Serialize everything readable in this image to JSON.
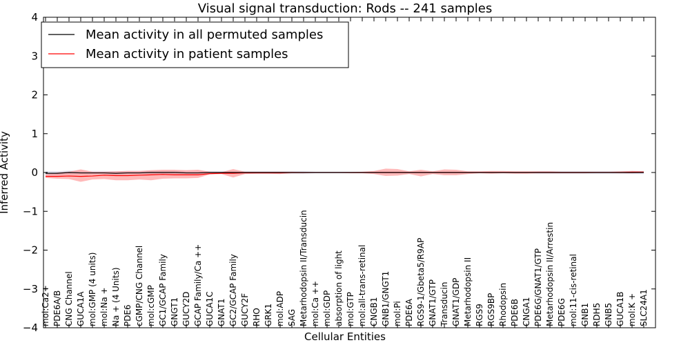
{
  "chart_data": {
    "type": "line",
    "title": "Visual signal transduction: Rods -- 241 samples",
    "xlabel": "Cellular Entities",
    "ylabel": "Inferred Activity",
    "ylim": [
      -4,
      4
    ],
    "yticks": [
      -4,
      -3,
      -2,
      -1,
      0,
      1,
      2,
      3,
      4
    ],
    "grid": false,
    "legend_position": "top-left",
    "categories": [
      "mol:Ca2+",
      "PDE6A/B",
      "CNG Channel",
      "GUCA1A",
      "mol:GMP (4 units)",
      "mol:Na +",
      "Na + (4 Units)",
      "PDE6",
      "cGMP/CNG Channel",
      "mol:cGMP",
      "GC1/GCAP Family",
      "GNGT1",
      "GUCY2D",
      "GCAP Family/Ca ++",
      "GUCA1C",
      "GNAT1",
      "GC2/GCAP Family",
      "GUCY2F",
      "RHO",
      "GRK1",
      "mol:ADP",
      "SAG",
      "Metarhodopsin II/Transducin",
      "mol:Ca ++",
      "mol:GDP",
      "absorption of light",
      "mol:GTP",
      "mol:all-trans-retinal",
      "CNGB1",
      "GNB1/GNGT1",
      "mol:Pi",
      "PDE6A",
      "RGS9-1/Gbeta5/R9AP",
      "GNAT1/GTP",
      "Transducin",
      "GNAT1/GDP",
      "Metarhodopsin II",
      "RGS9",
      "RGS9BP",
      "Rhodopsin",
      "PDE6B",
      "CNGA1",
      "PDE6G/GNAT1/GTP",
      "Metarhodopsin II/Arrestin",
      "PDE6G",
      "mol:11-cis-retinal",
      "GNB1",
      "RDH5",
      "GNB5",
      "GUCA1B",
      "mol:K +",
      "SLC24A1"
    ],
    "series": [
      {
        "name": "Mean activity in all permuted samples",
        "color": "#000000",
        "values": [
          -0.02,
          -0.02,
          0,
          -0.01,
          -0.01,
          -0.01,
          -0.02,
          -0.01,
          -0.01,
          0,
          0,
          0,
          -0.01,
          -0.01,
          0,
          0,
          0,
          0,
          0,
          0,
          0,
          0,
          0,
          0,
          0,
          0,
          0,
          0,
          0,
          0,
          0,
          0,
          0,
          0,
          0,
          0,
          0,
          0,
          0,
          0,
          0,
          0,
          0,
          0,
          0,
          0,
          0,
          0,
          0,
          0,
          0,
          0
        ],
        "band_lower": [
          -0.07,
          -0.07,
          -0.05,
          -0.05,
          -0.05,
          -0.05,
          -0.06,
          -0.05,
          -0.05,
          -0.04,
          -0.04,
          -0.04,
          -0.05,
          -0.05,
          -0.03,
          -0.03,
          -0.03,
          -0.03,
          -0.03,
          -0.03,
          -0.03,
          -0.03,
          -0.03,
          -0.02,
          -0.02,
          -0.02,
          -0.02,
          -0.02,
          -0.02,
          -0.02,
          -0.02,
          -0.02,
          -0.02,
          -0.02,
          -0.02,
          -0.02,
          -0.02,
          -0.02,
          -0.02,
          -0.02,
          -0.02,
          -0.02,
          -0.03,
          -0.03,
          -0.03,
          -0.03,
          -0.03,
          -0.03,
          -0.03,
          -0.03,
          -0.04,
          -0.04
        ],
        "band_upper": [
          0.03,
          0.03,
          0.05,
          0.04,
          0.04,
          0.04,
          0.03,
          0.04,
          0.04,
          0.04,
          0.04,
          0.04,
          0.04,
          0.04,
          0.03,
          0.03,
          0.03,
          0.03,
          0.03,
          0.03,
          0.03,
          0.03,
          0.03,
          0.02,
          0.02,
          0.02,
          0.02,
          0.02,
          0.02,
          0.02,
          0.02,
          0.02,
          0.02,
          0.02,
          0.02,
          0.02,
          0.02,
          0.02,
          0.02,
          0.02,
          0.02,
          0.02,
          0.03,
          0.03,
          0.03,
          0.03,
          0.03,
          0.03,
          0.03,
          0.03,
          0.04,
          0.04
        ],
        "band_color": "#c8c8e0"
      },
      {
        "name": "Mean activity in patient samples",
        "color": "#ff0000",
        "values": [
          -0.1,
          -0.1,
          -0.09,
          -0.1,
          -0.09,
          -0.07,
          -0.08,
          -0.08,
          -0.07,
          -0.06,
          -0.05,
          -0.06,
          -0.06,
          -0.06,
          -0.03,
          -0.02,
          -0.02,
          -0.01,
          -0.01,
          -0.01,
          -0.01,
          0,
          0,
          0,
          0,
          0,
          0,
          0,
          0,
          0,
          0,
          0,
          0,
          0,
          0,
          0,
          0,
          0,
          0,
          0,
          0,
          0,
          0,
          0,
          0,
          0,
          0,
          0,
          0,
          0,
          0.01,
          0.01
        ],
        "band_lower": [
          -0.14,
          -0.16,
          -0.17,
          -0.24,
          -0.18,
          -0.17,
          -0.2,
          -0.2,
          -0.18,
          -0.2,
          -0.16,
          -0.15,
          -0.15,
          -0.14,
          -0.05,
          -0.04,
          -0.13,
          -0.04,
          -0.03,
          -0.03,
          -0.04,
          -0.02,
          -0.02,
          -0.01,
          -0.01,
          -0.01,
          -0.02,
          -0.02,
          -0.04,
          -0.09,
          -0.08,
          -0.04,
          -0.1,
          -0.04,
          -0.07,
          -0.07,
          -0.04,
          -0.02,
          -0.03,
          -0.02,
          -0.03,
          -0.03,
          -0.02,
          -0.02,
          -0.02,
          -0.02,
          -0.02,
          -0.01,
          -0.01,
          -0.02,
          -0.02,
          -0.01
        ],
        "band_upper": [
          -0.05,
          0,
          0.02,
          0.08,
          0.02,
          0.02,
          0.03,
          0.04,
          0.04,
          0.06,
          0.07,
          0.07,
          0.06,
          0.07,
          0.02,
          0.01,
          0.09,
          0.02,
          0.02,
          0.02,
          0.02,
          0.02,
          0.01,
          0.01,
          0.01,
          0.01,
          0.01,
          0.02,
          0.04,
          0.1,
          0.09,
          0.03,
          0.07,
          0.03,
          0.08,
          0.07,
          0.03,
          0.03,
          0.04,
          0.04,
          0.03,
          0.03,
          0.03,
          0.03,
          0.02,
          0.02,
          0.02,
          0.02,
          0.02,
          0.03,
          0.04,
          0.03
        ],
        "band_color": "#ff8080"
      }
    ]
  }
}
